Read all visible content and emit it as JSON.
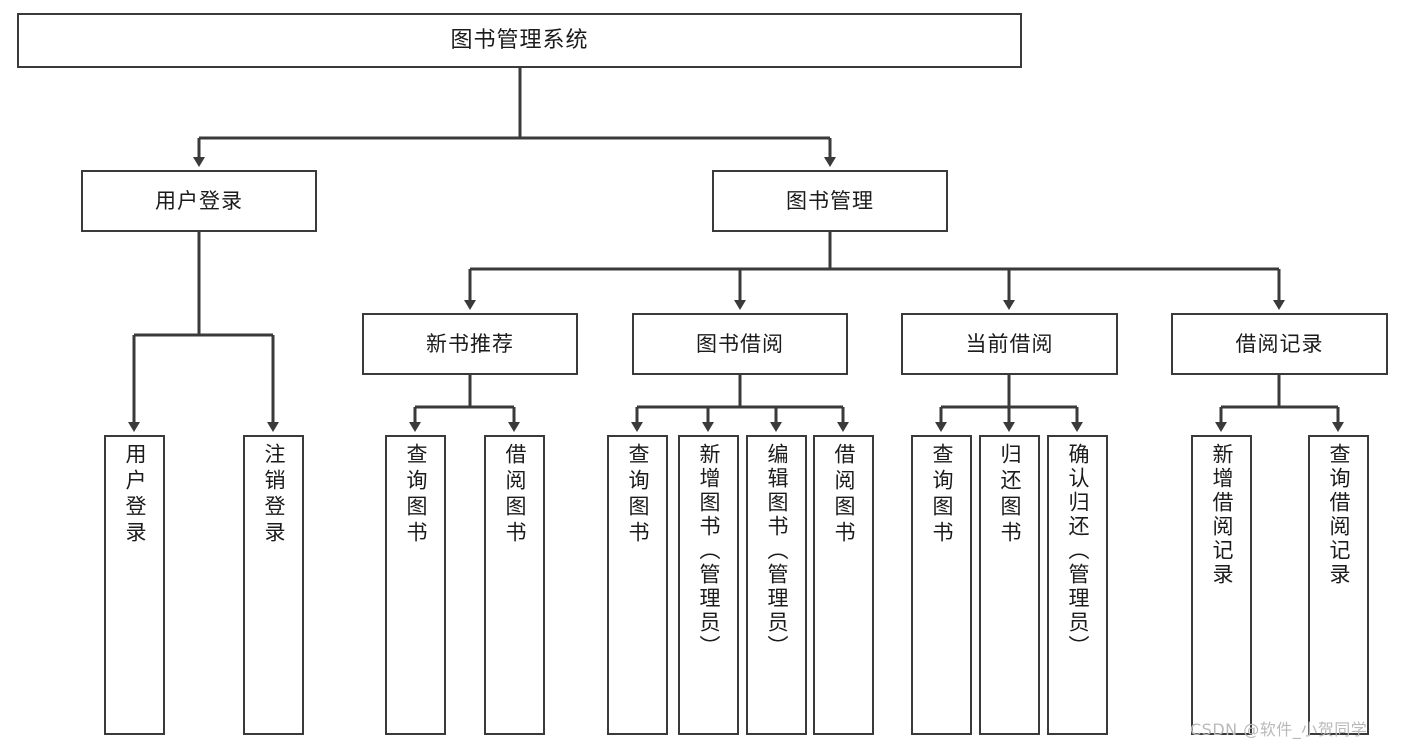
{
  "diagram": {
    "title": "图书管理系统",
    "root": {
      "id": "root",
      "label": "图书管理系统"
    },
    "level2": [
      {
        "id": "user-login",
        "label": "用户登录"
      },
      {
        "id": "book-management",
        "label": "图书管理"
      }
    ],
    "level3": [
      {
        "id": "new-book-recommend",
        "label": "新书推荐"
      },
      {
        "id": "book-borrow",
        "label": "图书借阅"
      },
      {
        "id": "current-borrow",
        "label": "当前借阅"
      },
      {
        "id": "borrow-record",
        "label": "借阅记录"
      }
    ],
    "leaves": [
      {
        "id": "leaf-user-login",
        "label": "用户登录",
        "parent": "user-login"
      },
      {
        "id": "leaf-logout",
        "label": "注销登录",
        "parent": "user-login"
      },
      {
        "id": "leaf-query-books-1",
        "label": "查询图书",
        "parent": "new-book-recommend"
      },
      {
        "id": "leaf-borrow-books-1",
        "label": "借阅图书",
        "parent": "new-book-recommend"
      },
      {
        "id": "leaf-query-books-2",
        "label": "查询图书",
        "parent": "book-borrow"
      },
      {
        "id": "leaf-add-book",
        "label": "新增图书（管理员）",
        "parent": "book-borrow"
      },
      {
        "id": "leaf-edit-book",
        "label": "编辑图书（管理员）",
        "parent": "book-borrow"
      },
      {
        "id": "leaf-borrow-books-2",
        "label": "借阅图书",
        "parent": "book-borrow"
      },
      {
        "id": "leaf-query-books-3",
        "label": "查询图书",
        "parent": "current-borrow"
      },
      {
        "id": "leaf-return-book",
        "label": "归还图书",
        "parent": "current-borrow"
      },
      {
        "id": "leaf-confirm-return",
        "label": "确认归还（管理员）",
        "parent": "current-borrow"
      },
      {
        "id": "leaf-add-record",
        "label": "新增借阅记录",
        "parent": "borrow-record"
      },
      {
        "id": "leaf-query-record",
        "label": "查询借阅记录",
        "parent": "borrow-record"
      }
    ],
    "watermark": "CSDN @软件_小贺同学",
    "colors": {
      "stroke": "#3a3a3a",
      "text": "#1b1b1b",
      "background": "#ffffff",
      "watermark": "#b9b9b9"
    }
  }
}
